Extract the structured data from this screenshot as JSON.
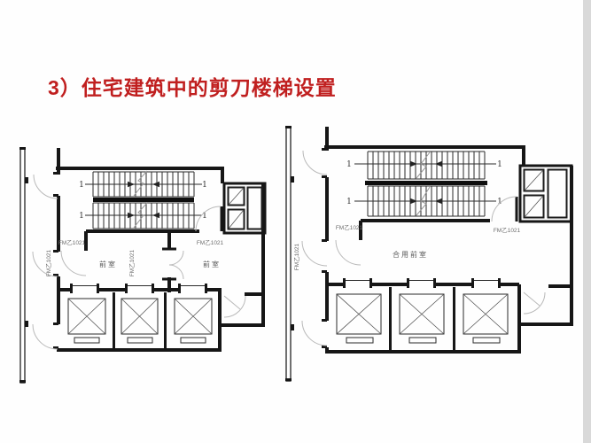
{
  "colors": {
    "title_red": "#c01f1f",
    "edge_strip": "#d9d9d9",
    "ink": "#161616"
  },
  "title": {
    "text": "3）住宅建筑中的剪刀楼梯设置"
  },
  "left_plan": {
    "flight_mark": "1",
    "door_label_stair_left": "FM乙1021",
    "door_label_stair_right": "FM乙1021",
    "door_label_corridor": "FM乙1021",
    "door_label_center": "FM乙1021",
    "room_label_left": "前室",
    "room_label_right": "前室"
  },
  "right_plan": {
    "flight_mark": "1",
    "door_label_stair_left": "FM乙1021",
    "door_label_stair_right": "FM乙1021",
    "door_label_corridor": "FM乙1021",
    "room_label": "合用前室"
  }
}
